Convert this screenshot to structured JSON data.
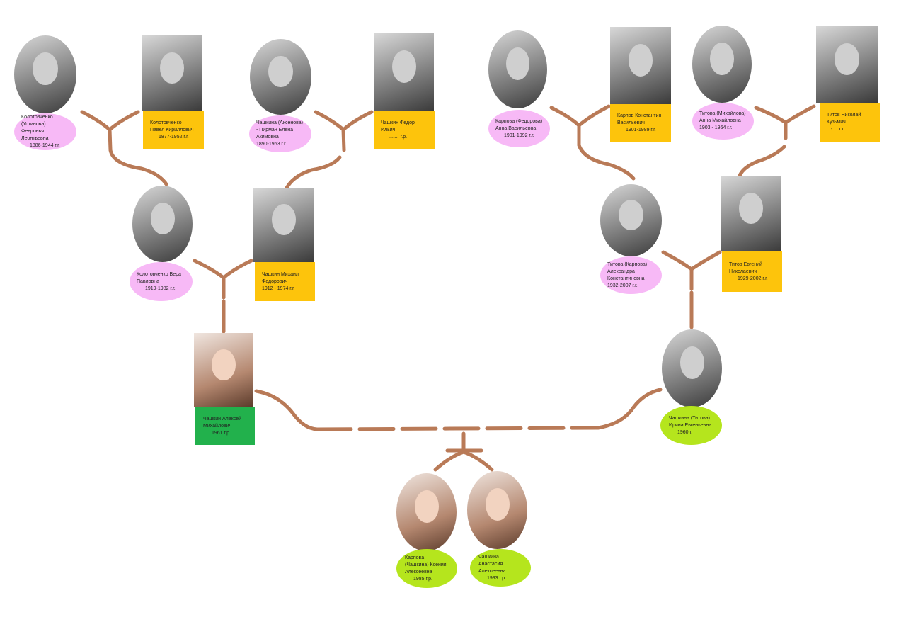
{
  "colors": {
    "female": "#f7b9f6",
    "male": "#fdc40c",
    "father": "#22b14c",
    "children": "#b5e51d",
    "connector": "#b97a57"
  },
  "people": {
    "fevronya": {
      "name": "Колотовченко (Устинова) Февронья Леонтьевна",
      "years": "1886-1944 г.г."
    },
    "pavel": {
      "name": "Колотовченко Павел Кириллович",
      "years": "1877-1952 г.г."
    },
    "elena": {
      "name": "Чашкина (Аксенова) - Пирман Елена Акимовна",
      "years": "1890-1963 г.г."
    },
    "fedor": {
      "name": "Чашкин Федор Ильич",
      "years": "....... г.р."
    },
    "anna_karpova": {
      "name": "Карпова (Федорова) Анна Васильевна",
      "years": "1901-1992 г.г."
    },
    "konstantin": {
      "name": "Карпов Константин Васильевич",
      "years": "1901-1989 г.г."
    },
    "anna_titova": {
      "name": "Титова (Михайлова) Анна Михайловна",
      "years": "1903 - 1964 г.г."
    },
    "nikolai": {
      "name": "Титов Николай Кузьмич",
      "years": "...-.... г.г."
    },
    "vera": {
      "name": "Колотовченко Вера Павловна",
      "years": "1919-1982 г.г."
    },
    "mikhail": {
      "name": "Чашкин Михаил Федорович",
      "years": "1912 - 1974 г.г."
    },
    "alexandra": {
      "name": "Титова (Карпова) Александра Константиновна",
      "years": "1932-2007 г.г."
    },
    "evgeny": {
      "name": "Титов Евгений Николаевич",
      "years": "1929-2002 г.г."
    },
    "alexei": {
      "name": "Чашкин Алексей Михайлович",
      "years": "1961 г.р."
    },
    "irina": {
      "name": "Чашкина (Титова) Ирина Евгеньевна",
      "years": "1960 г."
    },
    "ksenia": {
      "name": "Карпова (Чашкина) Ксения Алексеевна",
      "years": "1985 г.р."
    },
    "anastasia": {
      "name": "Чашкина Анастасия Алексеевна",
      "years": "1993 г.р."
    }
  }
}
